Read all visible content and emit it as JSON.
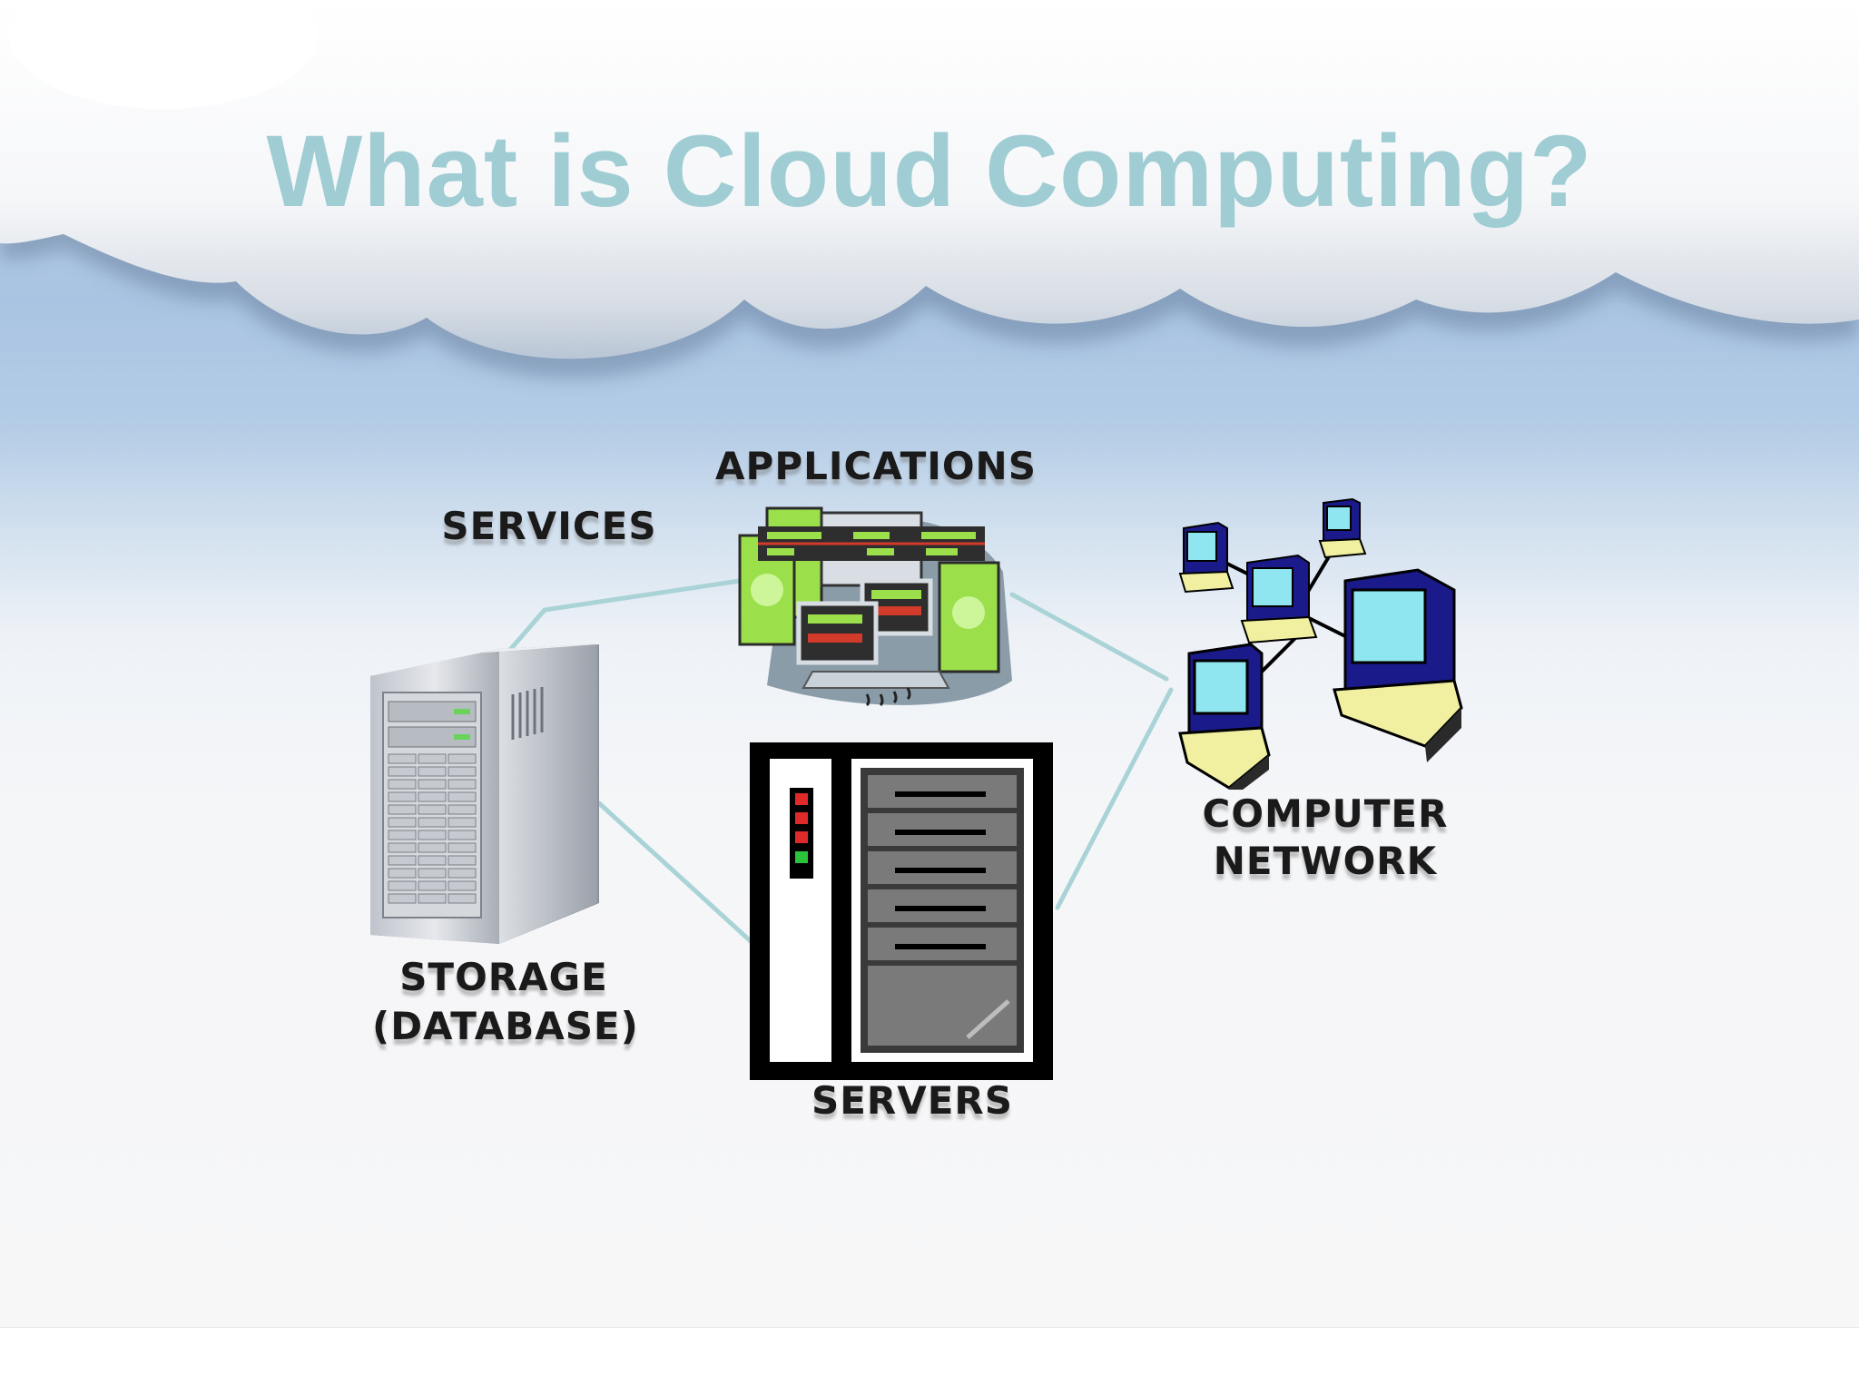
{
  "title": "What is Cloud Computing?",
  "labels": {
    "applications": "APPLICATIONS",
    "services": "SERVICES",
    "computer_network_line1": "COMPUTER",
    "computer_network_line2": "NETWORK",
    "storage_line1": "STORAGE",
    "storage_line2": "(DATABASE)",
    "servers": "SERVERS"
  },
  "icons": {
    "applications": "applications-clipart-icon",
    "storage": "server-tower-icon",
    "servers": "server-rack-icon",
    "network": "computer-network-icon"
  },
  "colors": {
    "title": "#9fcdd3",
    "connector": "#a9d3d6",
    "sky": "#a9c4e2",
    "cloud": "#ffffff"
  }
}
